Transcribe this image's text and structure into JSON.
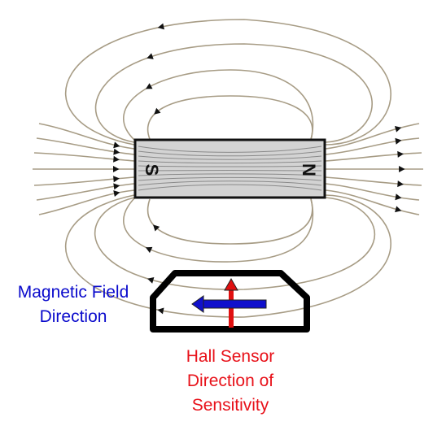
{
  "magnet": {
    "south_label": "S",
    "north_label": "N",
    "body_color": "#d3d3d3",
    "line_color": "#a79c85"
  },
  "field_caption": {
    "line1": "Magnetic Field",
    "line2": "Direction",
    "color": "#0a0acc"
  },
  "sensor_caption": {
    "line1": "Hall Sensor",
    "line2": "Direction of",
    "line3": "Sensitivity",
    "color": "#e8121a"
  },
  "arrows": {
    "field_arrow_color": "#1010cc",
    "sensitivity_arrow_color": "#e01010"
  }
}
